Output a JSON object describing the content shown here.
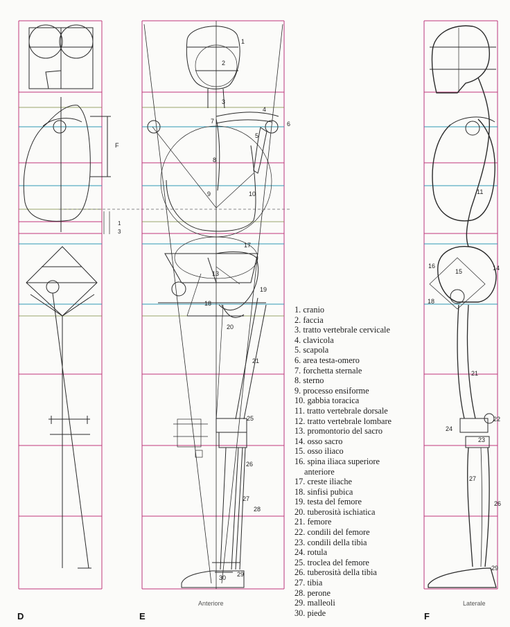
{
  "plates": {
    "D": {
      "letter": "D",
      "marker_F": "F",
      "fraction_top": "1",
      "fraction_bottom": "3"
    },
    "E": {
      "letter": "E",
      "caption": "Anteriore",
      "labels": [
        "1",
        "2",
        "3",
        "4",
        "5",
        "6",
        "7",
        "8",
        "9",
        "10",
        "13",
        "17",
        "18",
        "19",
        "20",
        "21",
        "25",
        "26",
        "27",
        "28",
        "29",
        "30"
      ]
    },
    "F": {
      "letter": "F",
      "caption": "Laterale",
      "labels": [
        "11",
        "14",
        "15",
        "16",
        "18",
        "21",
        "22",
        "23",
        "24",
        "26",
        "27",
        "29"
      ]
    }
  },
  "legend": [
    {
      "num": "1.",
      "text": "cranio"
    },
    {
      "num": "2.",
      "text": "faccia"
    },
    {
      "num": "3.",
      "text": "tratto vertebrale cervicale"
    },
    {
      "num": "4.",
      "text": "clavicola"
    },
    {
      "num": "5.",
      "text": "scapola"
    },
    {
      "num": "6.",
      "text": "area testa-omero"
    },
    {
      "num": "7.",
      "text": "forchetta sternale"
    },
    {
      "num": "8.",
      "text": "sterno"
    },
    {
      "num": "9.",
      "text": "processo ensiforme"
    },
    {
      "num": "10.",
      "text": "gabbia toracica"
    },
    {
      "num": "11.",
      "text": "tratto vertebrale dorsale"
    },
    {
      "num": "12.",
      "text": "tratto vertebrale lombare"
    },
    {
      "num": "13.",
      "text": "promontorio del sacro"
    },
    {
      "num": "14.",
      "text": "osso sacro"
    },
    {
      "num": "15.",
      "text": "osso iliaco"
    },
    {
      "num": "16.",
      "text": "spina iliaca superiore",
      "cont": "anteriore"
    },
    {
      "num": "17.",
      "text": "creste iliache"
    },
    {
      "num": "18.",
      "text": "sinfisi pubica"
    },
    {
      "num": "19.",
      "text": "testa del femore"
    },
    {
      "num": "20.",
      "text": "tuberosità ischiatica"
    },
    {
      "num": "21.",
      "text": "femore"
    },
    {
      "num": "22.",
      "text": "condili del femore"
    },
    {
      "num": "23.",
      "text": "condili della tibia"
    },
    {
      "num": "24.",
      "text": "rotula"
    },
    {
      "num": "25.",
      "text": "troclea del femore"
    },
    {
      "num": "26.",
      "text": "tuberosità della tibia"
    },
    {
      "num": "27.",
      "text": "tibia"
    },
    {
      "num": "28.",
      "text": "perone"
    },
    {
      "num": "29.",
      "text": "malleoli"
    },
    {
      "num": "30.",
      "text": "piede"
    }
  ]
}
